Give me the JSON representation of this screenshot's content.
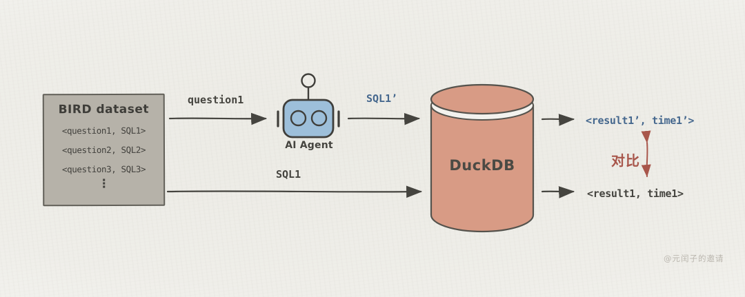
{
  "diagram": {
    "dataset_box": {
      "title": "BIRD dataset",
      "items": [
        "<question1, SQL1>",
        "<question2, SQL2>",
        "<question3, SQL3>"
      ],
      "ellipsis": "⋮"
    },
    "agent": {
      "label": "AI Agent"
    },
    "database": {
      "label": "DuckDB"
    },
    "flow_labels": {
      "question1": "question1",
      "sql1_prime": "SQL1’",
      "sql1": "SQL1"
    },
    "results": {
      "agent_result": "<result1’, time1’>",
      "ground_truth_result": "<result1, time1>",
      "compare": "对比"
    },
    "watermark": "@元闰子的邀请",
    "colors": {
      "paper": "#efeee9",
      "box_gray": "#b6b2a9",
      "robot_blue": "#9dbfda",
      "cylinder_salmon": "#d89b85",
      "ink": "#45443f",
      "blue_text": "#46688e",
      "compare_red": "#a8564b",
      "watermark_gray": "#bab6ae"
    }
  }
}
